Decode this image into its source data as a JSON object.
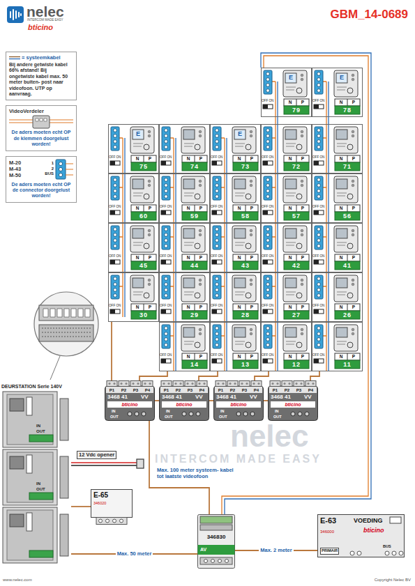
{
  "diagram": {
    "title": "GBM_14-0689",
    "nodes": [
      {
        "text": [
          "Bij andere getwiste kabel 66% afstand! Bij ongetwiste kabel max. 50 meter buiten- post naar videofoon. UTP op aanvraag."
        ]
      },
      {
        "text": [
          "VideoVerdeler",
          "De aders moeten echt OP de klemmen doorgelust worden!"
        ]
      },
      {
        "text": [
          "M-20 M-43 M-50",
          "1 2 BUS",
          "De aders moeten echt OP de connector doorgelust worden!"
        ]
      },
      {
        "text": [
          "E",
          "OFF ON",
          "N",
          "P",
          "79"
        ]
      },
      {
        "text": [
          "E",
          "OFF ON",
          "N",
          "P",
          "78"
        ]
      },
      {
        "text": [
          "E",
          "OFF ON",
          "N",
          "P",
          "75"
        ]
      },
      {
        "text": [
          "OFF ON",
          "N",
          "P",
          "74"
        ]
      },
      {
        "text": [
          "E",
          "OFF ON",
          "N",
          "P",
          "73"
        ]
      },
      {
        "text": [
          "OFF ON",
          "N",
          "P",
          "72"
        ]
      },
      {
        "text": [
          "OFF ON",
          "N",
          "P",
          "71"
        ]
      },
      {
        "text": [
          "OFF ON",
          "N",
          "P",
          "60"
        ]
      },
      {
        "text": [
          "OFF ON",
          "N",
          "P",
          "59"
        ]
      },
      {
        "text": [
          "OFF ON",
          "N",
          "P",
          "58"
        ]
      },
      {
        "text": [
          "OFF ON",
          "N",
          "P",
          "57"
        ]
      },
      {
        "text": [
          "OFF ON",
          "N",
          "P",
          "56"
        ]
      },
      {
        "text": [
          "OFF ON",
          "N",
          "P",
          "45"
        ]
      },
      {
        "text": [
          "OFF ON",
          "N",
          "P",
          "44"
        ]
      },
      {
        "text": [
          "OFF ON",
          "N",
          "P",
          "43"
        ]
      },
      {
        "text": [
          "OFF ON",
          "N",
          "P",
          "42"
        ]
      },
      {
        "text": [
          "OFF ON",
          "N",
          "P",
          "41"
        ]
      },
      {
        "text": [
          "OFF ON",
          "N",
          "P",
          "30"
        ]
      },
      {
        "text": [
          "OFF ON",
          "N",
          "P",
          "29"
        ]
      },
      {
        "text": [
          "OFF ON",
          "N",
          "P",
          "28"
        ]
      },
      {
        "text": [
          "OFF ON",
          "N",
          "P",
          "27"
        ]
      },
      {
        "text": [
          "OFF ON",
          "N",
          "P",
          "26"
        ]
      },
      {
        "text": [
          "OFF ON",
          "N",
          "P",
          "14"
        ]
      },
      {
        "text": [
          "OFF ON",
          "N",
          "P",
          "13"
        ]
      },
      {
        "text": [
          "OFF ON",
          "N",
          "P",
          "12"
        ]
      },
      {
        "text": [
          "OFF ON",
          "N",
          "P",
          "11"
        ]
      },
      {
        "text": [
          "P1",
          "P2",
          "P3",
          "P4",
          "3468 41",
          "VV",
          "bticino",
          "IN",
          "OUT"
        ]
      },
      {
        "text": [
          "P1",
          "P2",
          "P3",
          "P4",
          "3468 41",
          "VV",
          "bticino",
          "IN",
          "OUT"
        ]
      },
      {
        "text": [
          "P1",
          "P2",
          "P3",
          "P4",
          "3468 41",
          "VV",
          "bticino",
          "IN",
          "OUT"
        ]
      },
      {
        "text": [
          "P1",
          "P2",
          "P3",
          "P4",
          "3468 41",
          "VV",
          "bticino",
          "IN",
          "OUT"
        ]
      },
      {
        "text": [
          "DEURSTATION Serie 140V",
          "IN",
          "OUT",
          "IN",
          "OUT"
        ]
      },
      {
        "text": [
          "E-65",
          "346020"
        ]
      },
      {
        "text": [
          "346830",
          "AV"
        ]
      },
      {
        "text": [
          "E-63",
          "VOEDING",
          "bticino",
          "346000",
          "PRIMAIR",
          "BUS"
        ]
      }
    ],
    "edges": [
      {
        "from": 33,
        "to": 35,
        "arrow": "none",
        "label": "Max. 50 meter"
      },
      {
        "from": 35,
        "to": 36,
        "arrow": "none",
        "label": "Max. 2 meter"
      },
      {
        "from": 35,
        "to": 29,
        "arrow": "none"
      },
      {
        "from": 29,
        "to": 30,
        "arrow": "none"
      },
      {
        "from": 30,
        "to": 31,
        "arrow": "none"
      },
      {
        "from": 31,
        "to": 32,
        "arrow": "none"
      },
      {
        "from": 34,
        "to": 33,
        "arrow": "none"
      },
      {
        "from": 29,
        "to": 20,
        "arrow": "none"
      },
      {
        "from": 29,
        "to": 25,
        "arrow": "none"
      },
      {
        "from": 30,
        "to": 26,
        "arrow": "none"
      },
      {
        "from": 31,
        "to": 27,
        "arrow": "none"
      },
      {
        "from": 32,
        "to": 28,
        "arrow": "none"
      }
    ],
    "labels": [
      "nelec",
      "INTERCOM MADE EASY",
      "bticino",
      "12 Vdc opener",
      "Max. 100 meter systeem- kabel tot laatste videofoon",
      "nelec",
      "INTERCOM MADE EASY",
      "www.nelec.com",
      "Copyright Nelec BV"
    ],
    "legend": [
      {
        "text": "= systeemkabel"
      }
    ]
  }
}
